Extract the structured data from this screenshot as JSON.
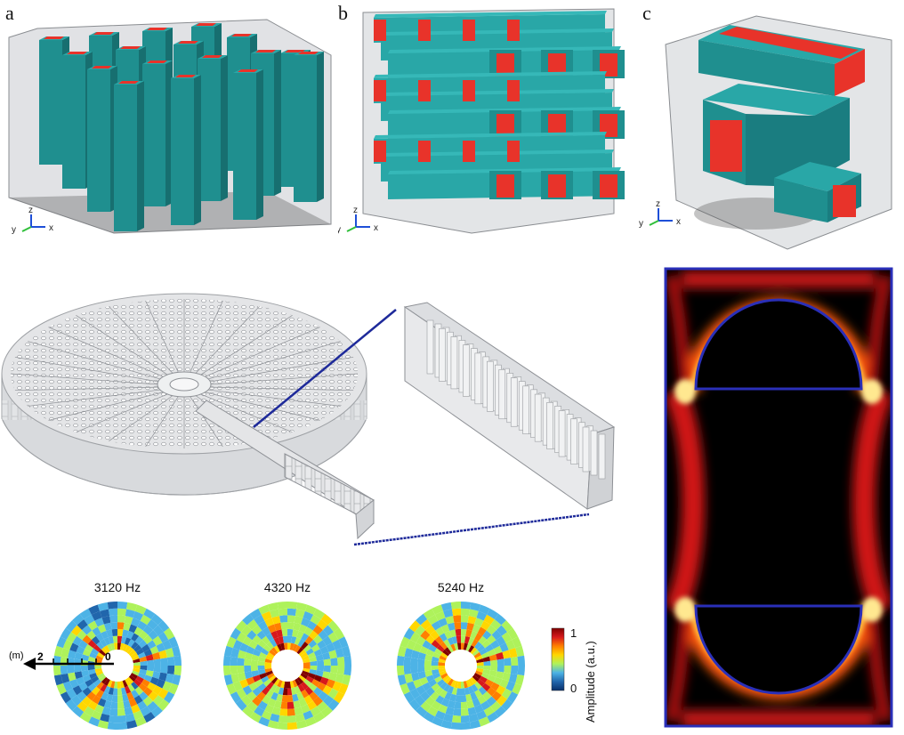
{
  "panels": {
    "a": {
      "label": "a"
    },
    "b": {
      "label": "b"
    },
    "c": {
      "label": "c"
    }
  },
  "axes_triad": {
    "x": "x",
    "y": "y",
    "z": "z"
  },
  "polar_plots": [
    {
      "freq": "3120 Hz"
    },
    {
      "freq": "4320 Hz"
    },
    {
      "freq": "5240 Hz"
    }
  ],
  "polar_axis": {
    "unit": "(m)",
    "tick_max": "2",
    "tick_zero": "0"
  },
  "colorbar": {
    "max": "1",
    "min": "0",
    "label": "Amplitude (a.u.)",
    "colors": [
      "#08306b",
      "#2166ac",
      "#4db3e6",
      "#aef25b",
      "#ffd700",
      "#ff7f00",
      "#d7191c",
      "#7f0000"
    ]
  },
  "colors": {
    "pillar": "#1f8f8f",
    "pillar_top": "#29a7a7",
    "cap": "#e8332a",
    "box": "#b9bcc0",
    "field_bg": "#000000",
    "outline": "#1f2db5"
  }
}
